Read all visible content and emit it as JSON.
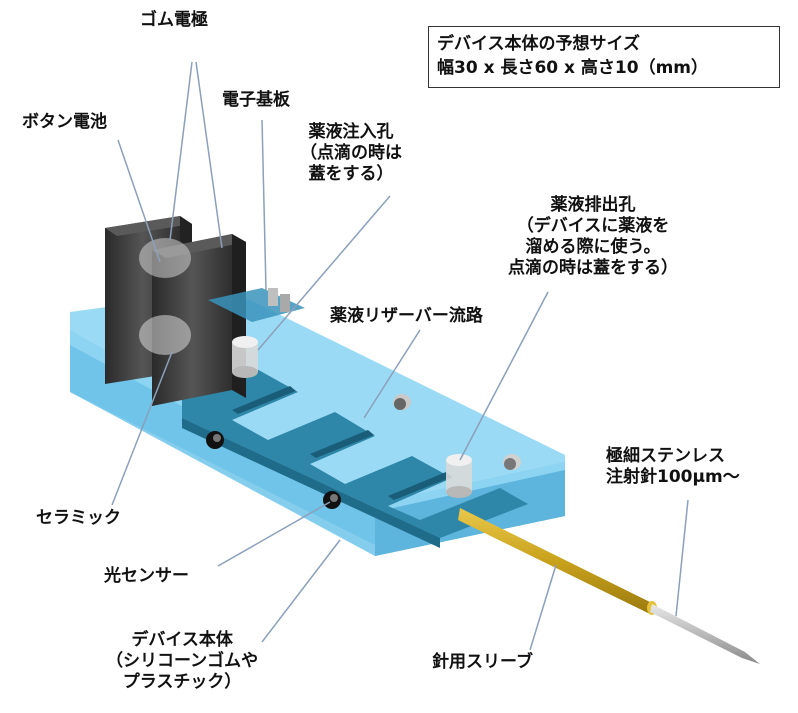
{
  "size_box": {
    "line1": "デバイス本体の予想サイズ",
    "line2": "幅30 x 長さ60 x 高さ10（mm）"
  },
  "labels": {
    "rubber_electrode": "ゴム電極",
    "button_battery": "ボタン電池",
    "electronic_board": "電子基板",
    "injection_port": [
      "薬液注入孔",
      "（点滴の時は",
      "蓋をする）"
    ],
    "discharge_port": [
      "薬液排出孔",
      "（デバイスに薬液を",
      "溜める際に使う。",
      "点滴の時は蓋をする）"
    ],
    "reservoir_channel": "薬液リザーバー流路",
    "needle": [
      "極細ステンレス",
      "注射針100μm〜"
    ],
    "ceramic": "セラミック",
    "light_sensor": "光センサー",
    "device_body": [
      "デバイス本体",
      "（シリコーンゴムや",
      "プラスチック）"
    ],
    "needle_sleeve": "針用スリーブ"
  },
  "colors": {
    "body": "#7ccff0",
    "body_side": "#5fb8de",
    "channel": "#2e86a8",
    "channel_side": "#1f6b8a",
    "electrode": "#3a3a3a",
    "sleeve": "#c9a21c",
    "leader": "#8aa0bb"
  }
}
